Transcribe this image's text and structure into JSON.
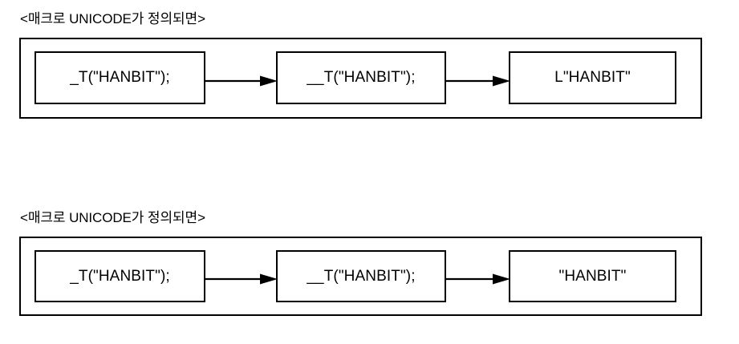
{
  "page": {
    "background_color": "#ffffff",
    "stroke_color": "#000000",
    "text_color": "#000000"
  },
  "sections": [
    {
      "id": "unicode-defined",
      "title": "<매크로 UNICODE가 정의되면>",
      "nodes": [
        {
          "id": "source-macro",
          "label": "_T(\"HANBIT\");"
        },
        {
          "id": "expanded-macro",
          "label": "__T(\"HANBIT\");"
        },
        {
          "id": "final-literal",
          "label": "L\"HANBIT\""
        }
      ],
      "arrows": [
        {
          "id": "arrow-1",
          "from": "source-macro",
          "to": "expanded-macro"
        },
        {
          "id": "arrow-2",
          "from": "expanded-macro",
          "to": "final-literal"
        }
      ]
    },
    {
      "id": "unicode-not-defined",
      "title": "<매크로 UNICODE가 정의되면>",
      "nodes": [
        {
          "id": "source-macro",
          "label": "_T(\"HANBIT\");"
        },
        {
          "id": "expanded-macro",
          "label": "__T(\"HANBIT\");"
        },
        {
          "id": "final-literal",
          "label": "\"HANBIT\""
        }
      ],
      "arrows": [
        {
          "id": "arrow-1",
          "from": "source-macro",
          "to": "expanded-macro"
        },
        {
          "id": "arrow-2",
          "from": "expanded-macro",
          "to": "final-literal"
        }
      ]
    }
  ]
}
